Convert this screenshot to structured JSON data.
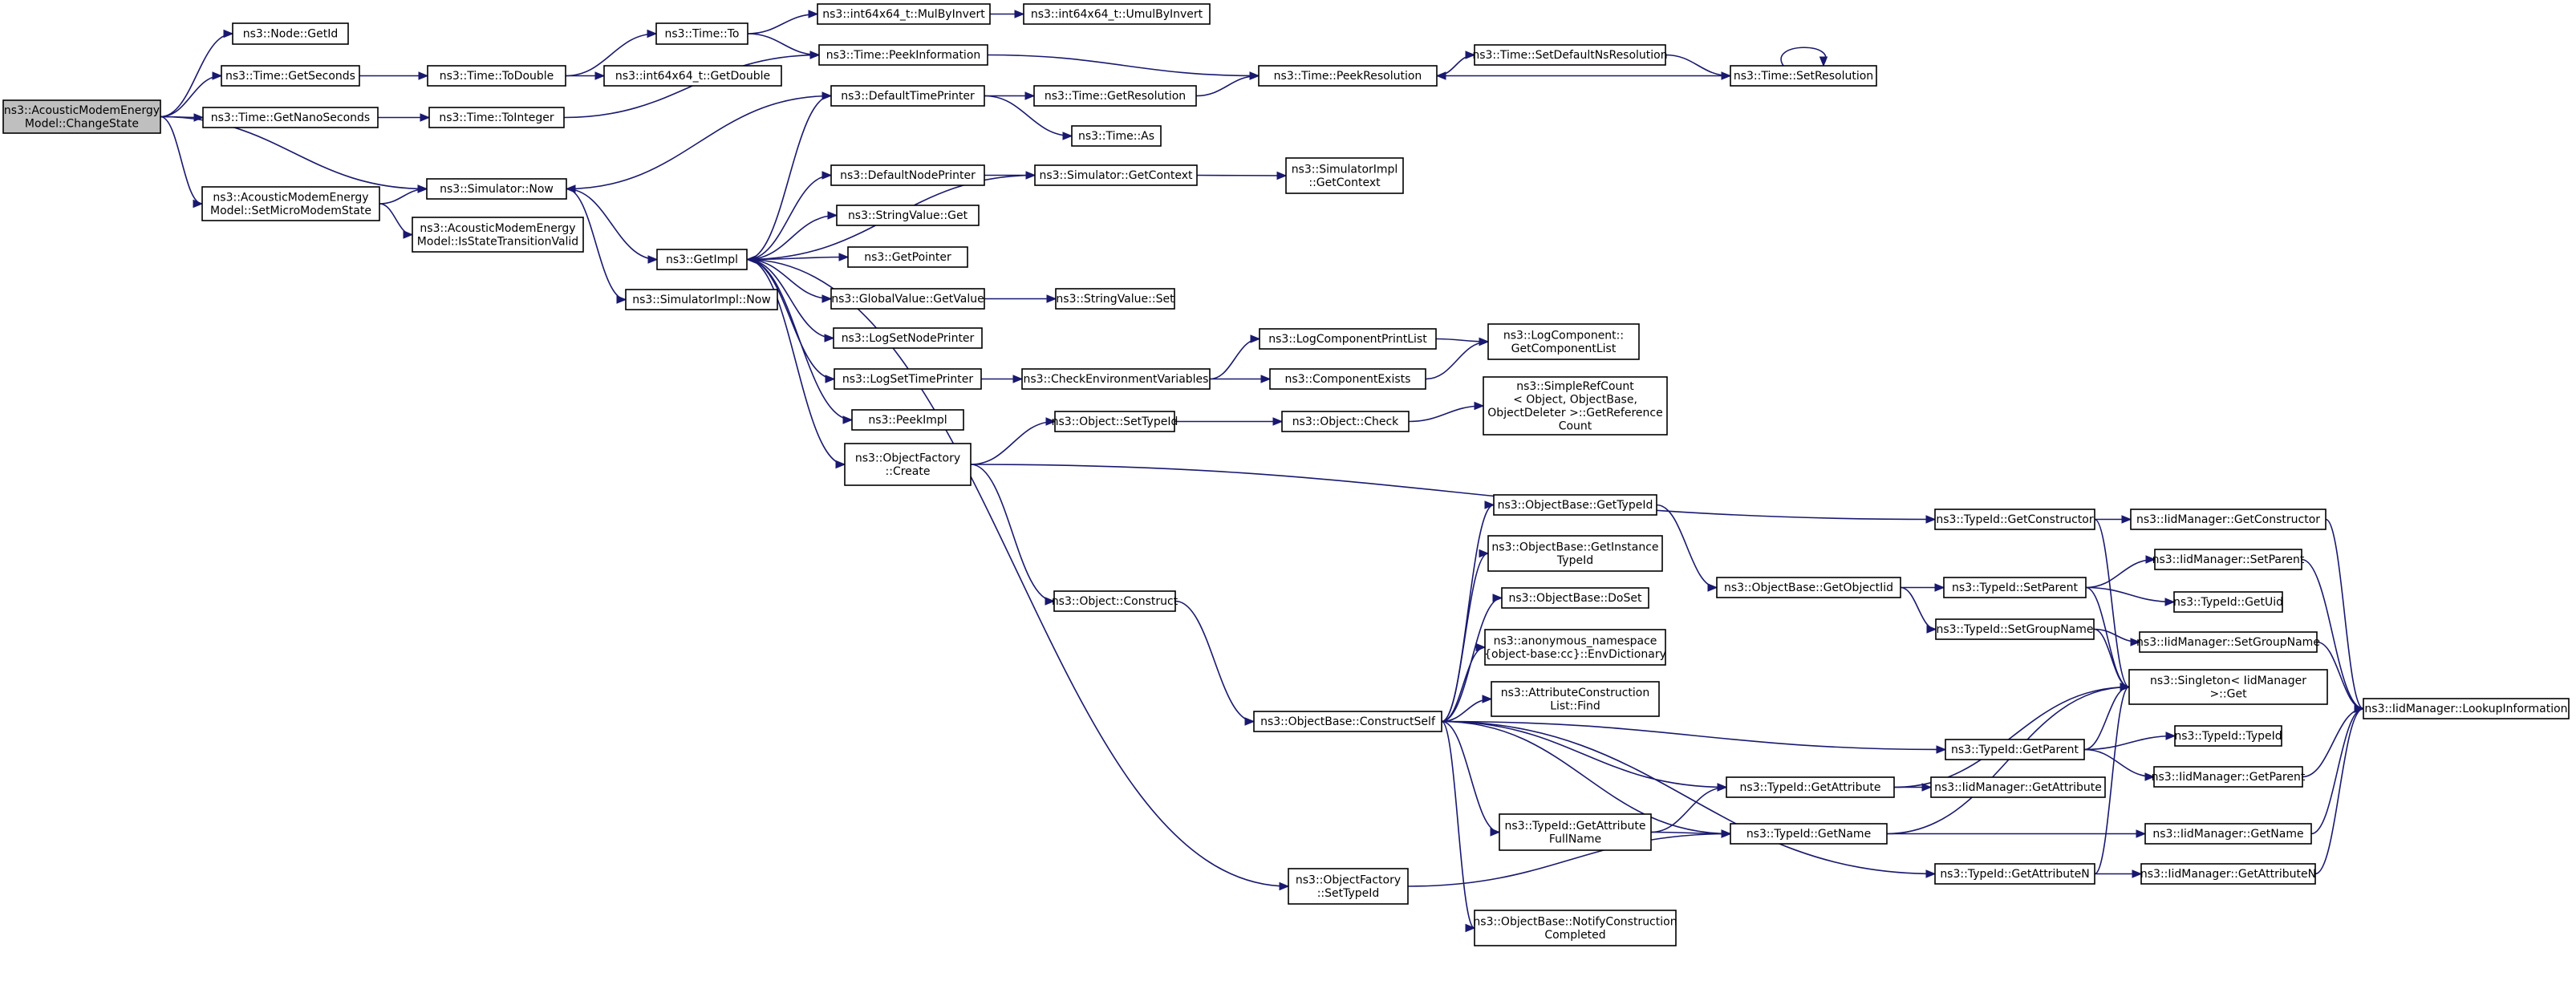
{
  "graph": {
    "colors": {
      "edge": "#191970",
      "root_fill": "#bfbfbf",
      "node_fill": "#ffffff",
      "border": "#000000"
    },
    "nodes": [
      {
        "id": "n0",
        "lines": [
          "ns3::AcousticModemEnergy",
          "Model::ChangeState"
        ],
        "root": true
      },
      {
        "id": "n1",
        "lines": [
          "ns3::Node::GetId"
        ]
      },
      {
        "id": "n2",
        "lines": [
          "ns3::Time::GetSeconds"
        ]
      },
      {
        "id": "n3",
        "lines": [
          "ns3::Time::GetNanoSeconds"
        ]
      },
      {
        "id": "n4",
        "lines": [
          "ns3::Simulator::Now"
        ]
      },
      {
        "id": "n5",
        "lines": [
          "ns3::AcousticModemEnergy",
          "Model::SetMicroModemState"
        ]
      },
      {
        "id": "n6",
        "lines": [
          "ns3::AcousticModemEnergy",
          "Model::IsStateTransitionValid"
        ]
      },
      {
        "id": "n7",
        "lines": [
          "ns3::Time::ToDouble"
        ]
      },
      {
        "id": "n8",
        "lines": [
          "ns3::Time::ToInteger"
        ]
      },
      {
        "id": "n9",
        "lines": [
          "ns3::Time::To"
        ]
      },
      {
        "id": "n10",
        "lines": [
          "ns3::int64x64_t::GetDouble"
        ]
      },
      {
        "id": "n11",
        "lines": [
          "ns3::int64x64_t::MulByInvert"
        ]
      },
      {
        "id": "n12",
        "lines": [
          "ns3::int64x64_t::UmulByInvert"
        ]
      },
      {
        "id": "n13",
        "lines": [
          "ns3::Time::PeekInformation"
        ]
      },
      {
        "id": "n14",
        "lines": [
          "ns3::Time::PeekResolution"
        ]
      },
      {
        "id": "n15",
        "lines": [
          "ns3::Time::SetDefaultNsResolution"
        ]
      },
      {
        "id": "n16",
        "lines": [
          "ns3::Time::SetResolution"
        ]
      },
      {
        "id": "n17",
        "lines": [
          "ns3::GetImpl"
        ]
      },
      {
        "id": "n18",
        "lines": [
          "ns3::SimulatorImpl::Now"
        ]
      },
      {
        "id": "n19",
        "lines": [
          "ns3::DefaultTimePrinter"
        ]
      },
      {
        "id": "n20",
        "lines": [
          "ns3::Time::GetResolution"
        ]
      },
      {
        "id": "n21",
        "lines": [
          "ns3::Time::As"
        ]
      },
      {
        "id": "n22",
        "lines": [
          "ns3::DefaultNodePrinter"
        ]
      },
      {
        "id": "n23",
        "lines": [
          "ns3::Simulator::GetContext"
        ]
      },
      {
        "id": "n24",
        "lines": [
          "ns3::SimulatorImpl",
          "::GetContext"
        ]
      },
      {
        "id": "n25",
        "lines": [
          "ns3::StringValue::Get"
        ]
      },
      {
        "id": "n26",
        "lines": [
          "ns3::GetPointer"
        ]
      },
      {
        "id": "n27",
        "lines": [
          "ns3::GlobalValue::GetValue"
        ]
      },
      {
        "id": "n28",
        "lines": [
          "ns3::StringValue::Set"
        ]
      },
      {
        "id": "n29",
        "lines": [
          "ns3::LogSetNodePrinter"
        ]
      },
      {
        "id": "n30",
        "lines": [
          "ns3::LogSetTimePrinter"
        ]
      },
      {
        "id": "n31",
        "lines": [
          "ns3::CheckEnvironmentVariables"
        ]
      },
      {
        "id": "n32",
        "lines": [
          "ns3::LogComponentPrintList"
        ]
      },
      {
        "id": "n33",
        "lines": [
          "ns3::ComponentExists"
        ]
      },
      {
        "id": "n34",
        "lines": [
          "ns3::LogComponent::",
          "GetComponentList"
        ]
      },
      {
        "id": "n35",
        "lines": [
          "ns3::PeekImpl"
        ]
      },
      {
        "id": "n36",
        "lines": [
          "ns3::ObjectFactory",
          "::Create"
        ]
      },
      {
        "id": "n37",
        "lines": [
          "ns3::Object::SetTypeId"
        ]
      },
      {
        "id": "n38",
        "lines": [
          "ns3::Object::Check"
        ]
      },
      {
        "id": "n39",
        "lines": [
          "ns3::SimpleRefCount",
          "< Object, ObjectBase,",
          "ObjectDeleter >::GetReference",
          "Count"
        ]
      },
      {
        "id": "n40",
        "lines": [
          "ns3::Object::Construct"
        ]
      },
      {
        "id": "n41",
        "lines": [
          "ns3::ObjectBase::ConstructSelf"
        ]
      },
      {
        "id": "n42",
        "lines": [
          "ns3::ObjectFactory",
          "::SetTypeId"
        ]
      },
      {
        "id": "n43",
        "lines": [
          "ns3::ObjectBase::GetTypeId"
        ]
      },
      {
        "id": "n44",
        "lines": [
          "ns3::ObjectBase::GetInstance",
          "TypeId"
        ]
      },
      {
        "id": "n45",
        "lines": [
          "ns3::ObjectBase::DoSet"
        ]
      },
      {
        "id": "n46",
        "lines": [
          "ns3::anonymous_namespace",
          "{object-base:cc}::EnvDictionary"
        ]
      },
      {
        "id": "n47",
        "lines": [
          "ns3::AttributeConstruction",
          "List::Find"
        ]
      },
      {
        "id": "n48",
        "lines": [
          "ns3::TypeId::GetAttribute",
          "FullName"
        ]
      },
      {
        "id": "n49",
        "lines": [
          "ns3::ObjectBase::NotifyConstruction",
          "Completed"
        ]
      },
      {
        "id": "n50",
        "lines": [
          "ns3::ObjectBase::GetObjectIid"
        ]
      },
      {
        "id": "n51",
        "lines": [
          "ns3::TypeId::GetAttribute"
        ]
      },
      {
        "id": "n52",
        "lines": [
          "ns3::TypeId::GetName"
        ]
      },
      {
        "id": "n53",
        "lines": [
          "ns3::TypeId::GetConstructor"
        ]
      },
      {
        "id": "n54",
        "lines": [
          "ns3::TypeId::SetParent"
        ]
      },
      {
        "id": "n55",
        "lines": [
          "ns3::TypeId::SetGroupName"
        ]
      },
      {
        "id": "n56",
        "lines": [
          "ns3::TypeId::GetParent"
        ]
      },
      {
        "id": "n57",
        "lines": [
          "ns3::TypeId::GetAttributeN"
        ]
      },
      {
        "id": "n58",
        "lines": [
          "ns3::IidManager::GetConstructor"
        ]
      },
      {
        "id": "n59",
        "lines": [
          "ns3::IidManager::SetParent"
        ]
      },
      {
        "id": "n60",
        "lines": [
          "ns3::TypeId::GetUid"
        ]
      },
      {
        "id": "n61",
        "lines": [
          "ns3::IidManager::SetGroupName"
        ]
      },
      {
        "id": "n62",
        "lines": [
          "ns3::Singleton< IidManager",
          " >::Get"
        ]
      },
      {
        "id": "n63",
        "lines": [
          "ns3::TypeId::TypeId"
        ]
      },
      {
        "id": "n64",
        "lines": [
          "ns3::IidManager::GetParent"
        ]
      },
      {
        "id": "n65",
        "lines": [
          "ns3::IidManager::GetAttribute"
        ]
      },
      {
        "id": "n66",
        "lines": [
          "ns3::IidManager::GetName"
        ]
      },
      {
        "id": "n67",
        "lines": [
          "ns3::IidManager::GetAttributeN"
        ]
      },
      {
        "id": "n68",
        "lines": [
          "ns3::IidManager::LookupInformation"
        ]
      }
    ],
    "edges": [
      [
        "n0",
        "n1"
      ],
      [
        "n0",
        "n2"
      ],
      [
        "n0",
        "n3"
      ],
      [
        "n0",
        "n4"
      ],
      [
        "n0",
        "n5"
      ],
      [
        "n2",
        "n7"
      ],
      [
        "n3",
        "n8"
      ],
      [
        "n7",
        "n9"
      ],
      [
        "n7",
        "n10"
      ],
      [
        "n8",
        "n13"
      ],
      [
        "n9",
        "n11"
      ],
      [
        "n9",
        "n13"
      ],
      [
        "n11",
        "n12"
      ],
      [
        "n13",
        "n14"
      ],
      [
        "n16",
        "n14"
      ],
      [
        "n16",
        "n16"
      ],
      [
        "n15",
        "n16"
      ],
      [
        "n14",
        "n15"
      ],
      [
        "n5",
        "n4"
      ],
      [
        "n5",
        "n6"
      ],
      [
        "n4",
        "n17"
      ],
      [
        "n4",
        "n18"
      ],
      [
        "n17",
        "n19"
      ],
      [
        "n17",
        "n22"
      ],
      [
        "n17",
        "n25"
      ],
      [
        "n17",
        "n26"
      ],
      [
        "n17",
        "n27"
      ],
      [
        "n17",
        "n29"
      ],
      [
        "n17",
        "n30"
      ],
      [
        "n17",
        "n35"
      ],
      [
        "n17",
        "n36"
      ],
      [
        "n17",
        "n42"
      ],
      [
        "n19",
        "n4"
      ],
      [
        "n19",
        "n20"
      ],
      [
        "n19",
        "n21"
      ],
      [
        "n20",
        "n14"
      ],
      [
        "n22",
        "n23"
      ],
      [
        "n23",
        "n17"
      ],
      [
        "n23",
        "n24"
      ],
      [
        "n27",
        "n28"
      ],
      [
        "n30",
        "n31"
      ],
      [
        "n31",
        "n32"
      ],
      [
        "n31",
        "n33"
      ],
      [
        "n32",
        "n34"
      ],
      [
        "n33",
        "n34"
      ],
      [
        "n36",
        "n37"
      ],
      [
        "n36",
        "n40"
      ],
      [
        "n36",
        "n53"
      ],
      [
        "n37",
        "n38"
      ],
      [
        "n38",
        "n39"
      ],
      [
        "n40",
        "n41"
      ],
      [
        "n41",
        "n43"
      ],
      [
        "n41",
        "n44"
      ],
      [
        "n41",
        "n45"
      ],
      [
        "n41",
        "n46"
      ],
      [
        "n41",
        "n47"
      ],
      [
        "n41",
        "n48"
      ],
      [
        "n41",
        "n49"
      ],
      [
        "n41",
        "n51"
      ],
      [
        "n41",
        "n52"
      ],
      [
        "n41",
        "n56"
      ],
      [
        "n41",
        "n57"
      ],
      [
        "n42",
        "n52"
      ],
      [
        "n43",
        "n50"
      ],
      [
        "n50",
        "n54"
      ],
      [
        "n50",
        "n55"
      ],
      [
        "n48",
        "n51"
      ],
      [
        "n48",
        "n52"
      ],
      [
        "n51",
        "n62"
      ],
      [
        "n51",
        "n65"
      ],
      [
        "n52",
        "n62"
      ],
      [
        "n52",
        "n66"
      ],
      [
        "n53",
        "n58"
      ],
      [
        "n53",
        "n62"
      ],
      [
        "n54",
        "n59"
      ],
      [
        "n54",
        "n60"
      ],
      [
        "n54",
        "n62"
      ],
      [
        "n55",
        "n61"
      ],
      [
        "n55",
        "n62"
      ],
      [
        "n56",
        "n62"
      ],
      [
        "n56",
        "n63"
      ],
      [
        "n56",
        "n64"
      ],
      [
        "n57",
        "n62"
      ],
      [
        "n57",
        "n67"
      ],
      [
        "n58",
        "n68"
      ],
      [
        "n59",
        "n68"
      ],
      [
        "n61",
        "n68"
      ],
      [
        "n64",
        "n68"
      ],
      [
        "n66",
        "n68"
      ],
      [
        "n67",
        "n68"
      ]
    ]
  }
}
